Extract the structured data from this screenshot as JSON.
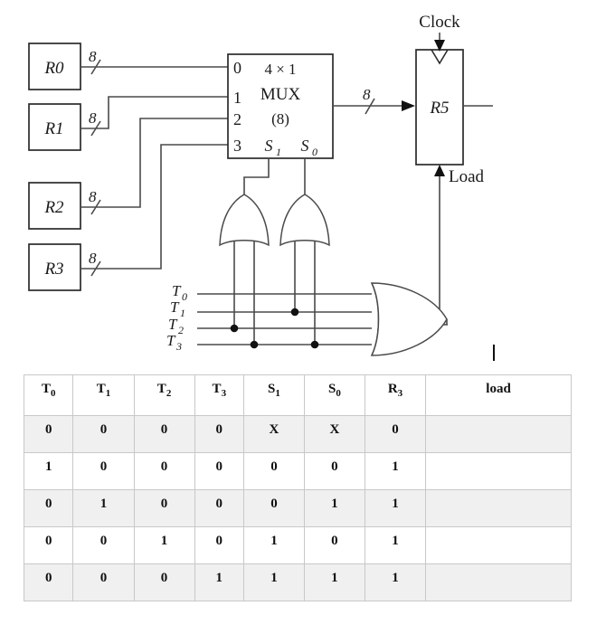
{
  "diagram": {
    "title_note": "4x1 MUX register transfer with load control",
    "registers": [
      {
        "name": "R0",
        "bus_width": "8"
      },
      {
        "name": "R1",
        "bus_width": "8"
      },
      {
        "name": "R2",
        "bus_width": "8"
      },
      {
        "name": "R3",
        "bus_width": "8"
      }
    ],
    "mux": {
      "size_label": "4 × 1",
      "name_label": "MUX",
      "width_label": "(8)",
      "input_indices": [
        "0",
        "1",
        "2",
        "3"
      ],
      "select_high": "S",
      "select_high_sub": "1",
      "select_low": "S",
      "select_low_sub": "0",
      "output_bus_width": "8"
    },
    "dest_register": {
      "name": "R5",
      "clock_label": "Clock",
      "load_label": "Load"
    },
    "timing_signals": [
      {
        "base": "T",
        "sub": "0"
      },
      {
        "base": "T",
        "sub": "1"
      },
      {
        "base": "T",
        "sub": "2"
      },
      {
        "base": "T",
        "sub": "3"
      }
    ],
    "colors": {
      "wire": "#4a4a4a",
      "box_outline": "#2b2b2b",
      "text": "#1a1a1a",
      "junction_dot": "#111111"
    }
  },
  "truth_table": {
    "headers": [
      {
        "base": "T",
        "sub": "0"
      },
      {
        "base": "T",
        "sub": "1"
      },
      {
        "base": "T",
        "sub": "2"
      },
      {
        "base": "T",
        "sub": "3"
      },
      {
        "base": "S",
        "sub": "1"
      },
      {
        "base": "S",
        "sub": "0"
      },
      {
        "base": "R",
        "sub": "3"
      },
      {
        "base": "load",
        "sub": ""
      }
    ],
    "rows": [
      {
        "cells": [
          "0",
          "0",
          "0",
          "0",
          "X",
          "X",
          "0",
          ""
        ],
        "shaded": true
      },
      {
        "cells": [
          "1",
          "0",
          "0",
          "0",
          "0",
          "0",
          "1",
          ""
        ],
        "shaded": false
      },
      {
        "cells": [
          "0",
          "1",
          "0",
          "0",
          "0",
          "1",
          "1",
          ""
        ],
        "shaded": true
      },
      {
        "cells": [
          "0",
          "0",
          "1",
          "0",
          "1",
          "0",
          "1",
          ""
        ],
        "shaded": false
      },
      {
        "cells": [
          "0",
          "0",
          "0",
          "1",
          "1",
          "1",
          "1",
          ""
        ],
        "shaded": true
      }
    ]
  }
}
